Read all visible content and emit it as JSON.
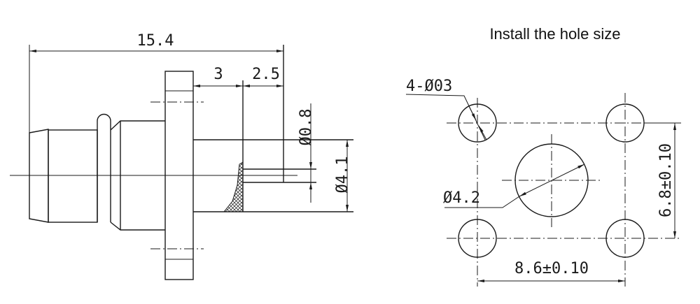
{
  "title": "Install the hole size",
  "side_view": {
    "overall_length": "15.4",
    "dim_a": "3",
    "dim_b": "2.5",
    "pin_diameter": "Ø0.8",
    "body_diameter": "Ø4.1"
  },
  "hole_layout": {
    "corner_holes": "4-Ø03",
    "center_hole": "Ø4.2",
    "height_spacing": "6.8±0.10",
    "width_spacing": "8.6±0.10"
  }
}
